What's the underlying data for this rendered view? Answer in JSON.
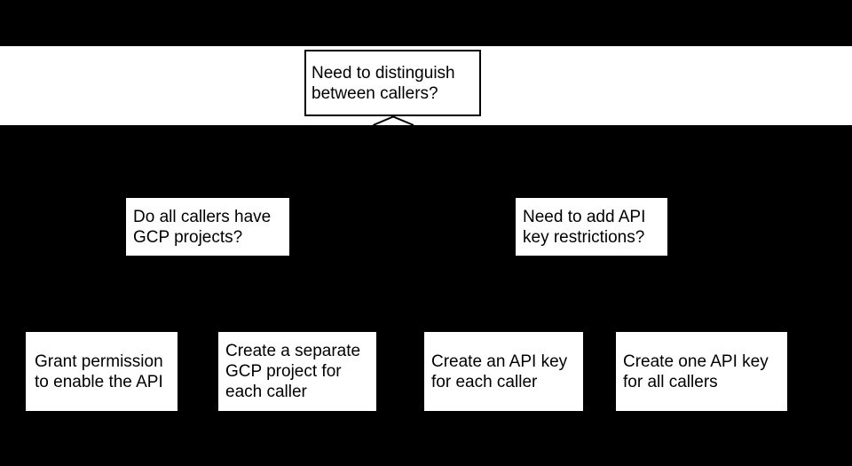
{
  "colors": {
    "background": "#000000",
    "band": "#ffffff",
    "node_fill": "#ffffff",
    "node_border": "#000000",
    "node_text": "#000000",
    "connector": "#000000"
  },
  "flowchart": {
    "root": {
      "text": "Need to distinguish\nbetween callers?"
    },
    "branches": [
      {
        "text": "Do all callers have\nGCP projects?"
      },
      {
        "text": "Need to add API\nkey restrictions?"
      }
    ],
    "outcomes": [
      {
        "text": "Grant permission\nto enable the API"
      },
      {
        "text": "Create a separate\nGCP project for\neach caller"
      },
      {
        "text": "Create an API key\nfor each caller"
      },
      {
        "text": "Create one API key\nfor all callers"
      }
    ]
  }
}
